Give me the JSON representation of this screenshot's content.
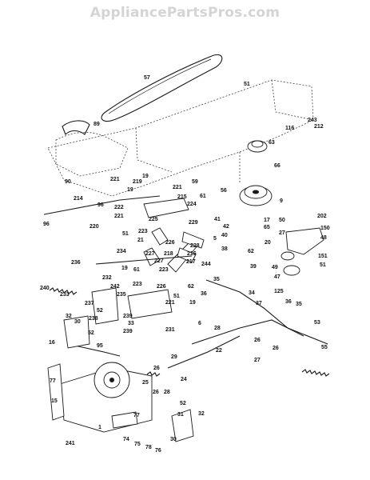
{
  "watermark": "AppliancePartsPros.com",
  "callouts": [
    {
      "id": "c57",
      "text": "57"
    },
    {
      "id": "c51a",
      "text": "51"
    },
    {
      "id": "c89",
      "text": "89"
    },
    {
      "id": "c243",
      "text": "243"
    },
    {
      "id": "c116",
      "text": "116"
    },
    {
      "id": "c212",
      "text": "212"
    },
    {
      "id": "c63",
      "text": "63"
    },
    {
      "id": "c66",
      "text": "66"
    },
    {
      "id": "c59",
      "text": "59"
    },
    {
      "id": "c90",
      "text": "90"
    },
    {
      "id": "c221a",
      "text": "221"
    },
    {
      "id": "c19a",
      "text": "19"
    },
    {
      "id": "c219",
      "text": "219"
    },
    {
      "id": "c221b",
      "text": "221"
    },
    {
      "id": "c19b",
      "text": "19"
    },
    {
      "id": "c215",
      "text": "215"
    },
    {
      "id": "c61a",
      "text": "61"
    },
    {
      "id": "c56",
      "text": "56"
    },
    {
      "id": "c9",
      "text": "9"
    },
    {
      "id": "c214",
      "text": "214"
    },
    {
      "id": "c96a",
      "text": "96"
    },
    {
      "id": "c222",
      "text": "222"
    },
    {
      "id": "c224",
      "text": "224"
    },
    {
      "id": "c221c",
      "text": "221"
    },
    {
      "id": "c41",
      "text": "41"
    },
    {
      "id": "c17",
      "text": "17"
    },
    {
      "id": "c202",
      "text": "202"
    },
    {
      "id": "c96b",
      "text": "96"
    },
    {
      "id": "c225",
      "text": "225"
    },
    {
      "id": "c229",
      "text": "229"
    },
    {
      "id": "c42",
      "text": "42"
    },
    {
      "id": "c65",
      "text": "65"
    },
    {
      "id": "c50",
      "text": "50"
    },
    {
      "id": "c150",
      "text": "150"
    },
    {
      "id": "c220",
      "text": "220"
    },
    {
      "id": "c223a",
      "text": "223"
    },
    {
      "id": "c5",
      "text": "5"
    },
    {
      "id": "c48",
      "text": "48"
    },
    {
      "id": "c51b",
      "text": "51"
    },
    {
      "id": "c21",
      "text": "21"
    },
    {
      "id": "c226a",
      "text": "226"
    },
    {
      "id": "c227",
      "text": "227"
    },
    {
      "id": "c228",
      "text": "228"
    },
    {
      "id": "c40",
      "text": "40"
    },
    {
      "id": "c20",
      "text": "20"
    },
    {
      "id": "c27a",
      "text": "27"
    },
    {
      "id": "c234",
      "text": "234"
    },
    {
      "id": "c227b",
      "text": "227"
    },
    {
      "id": "c218",
      "text": "218"
    },
    {
      "id": "c216",
      "text": "216"
    },
    {
      "id": "c217",
      "text": "217"
    },
    {
      "id": "c38",
      "text": "38"
    },
    {
      "id": "c62a",
      "text": "62"
    },
    {
      "id": "c151",
      "text": "151"
    },
    {
      "id": "c236",
      "text": "236"
    },
    {
      "id": "c223b",
      "text": "223"
    },
    {
      "id": "c244",
      "text": "244"
    },
    {
      "id": "c39",
      "text": "39"
    },
    {
      "id": "c49",
      "text": "49"
    },
    {
      "id": "c51c",
      "text": "51"
    },
    {
      "id": "c61b",
      "text": "61"
    },
    {
      "id": "c19c",
      "text": "19"
    },
    {
      "id": "c232",
      "text": "232"
    },
    {
      "id": "c226b",
      "text": "226"
    },
    {
      "id": "c35a",
      "text": "35"
    },
    {
      "id": "c47",
      "text": "47"
    },
    {
      "id": "c240",
      "text": "240"
    },
    {
      "id": "c242",
      "text": "242"
    },
    {
      "id": "c223c",
      "text": "223"
    },
    {
      "id": "c62b",
      "text": "62"
    },
    {
      "id": "c233",
      "text": "233"
    },
    {
      "id": "c235",
      "text": "235"
    },
    {
      "id": "c51d",
      "text": "51"
    },
    {
      "id": "c36",
      "text": "36"
    },
    {
      "id": "c34",
      "text": "34"
    },
    {
      "id": "c125",
      "text": "125"
    },
    {
      "id": "c237",
      "text": "237"
    },
    {
      "id": "c221d",
      "text": "221"
    },
    {
      "id": "c19d",
      "text": "19"
    },
    {
      "id": "c37",
      "text": "37"
    },
    {
      "id": "c36b",
      "text": "36"
    },
    {
      "id": "c52a",
      "text": "52"
    },
    {
      "id": "c32a",
      "text": "32"
    },
    {
      "id": "c30a",
      "text": "30"
    },
    {
      "id": "c238",
      "text": "238"
    },
    {
      "id": "c239a",
      "text": "239"
    },
    {
      "id": "c33",
      "text": "33"
    },
    {
      "id": "c6",
      "text": "6"
    },
    {
      "id": "c35b",
      "text": "35"
    },
    {
      "id": "c52b",
      "text": "52"
    },
    {
      "id": "c239b",
      "text": "239"
    },
    {
      "id": "c231",
      "text": "231"
    },
    {
      "id": "c28",
      "text": "28"
    },
    {
      "id": "c53",
      "text": "53"
    },
    {
      "id": "c16",
      "text": "16"
    },
    {
      "id": "c95",
      "text": "95"
    },
    {
      "id": "c22",
      "text": "22"
    },
    {
      "id": "c26a",
      "text": "26"
    },
    {
      "id": "c55",
      "text": "55"
    },
    {
      "id": "c29",
      "text": "29"
    },
    {
      "id": "c26b",
      "text": "26"
    },
    {
      "id": "c27b",
      "text": "27"
    },
    {
      "id": "c26c",
      "text": "26"
    },
    {
      "id": "c24",
      "text": "24"
    },
    {
      "id": "c77a",
      "text": "77"
    },
    {
      "id": "c25",
      "text": "25"
    },
    {
      "id": "c26d",
      "text": "26"
    },
    {
      "id": "c28b",
      "text": "28"
    },
    {
      "id": "c15",
      "text": "15"
    },
    {
      "id": "c77b",
      "text": "77"
    },
    {
      "id": "c1",
      "text": "1"
    },
    {
      "id": "c52c",
      "text": "52"
    },
    {
      "id": "c32b",
      "text": "32"
    },
    {
      "id": "c31",
      "text": "31"
    },
    {
      "id": "c74",
      "text": "74"
    },
    {
      "id": "c241",
      "text": "241"
    },
    {
      "id": "c75",
      "text": "75"
    },
    {
      "id": "c30b",
      "text": "30"
    },
    {
      "id": "c76",
      "text": "76"
    },
    {
      "id": "c78",
      "text": "78"
    }
  ]
}
